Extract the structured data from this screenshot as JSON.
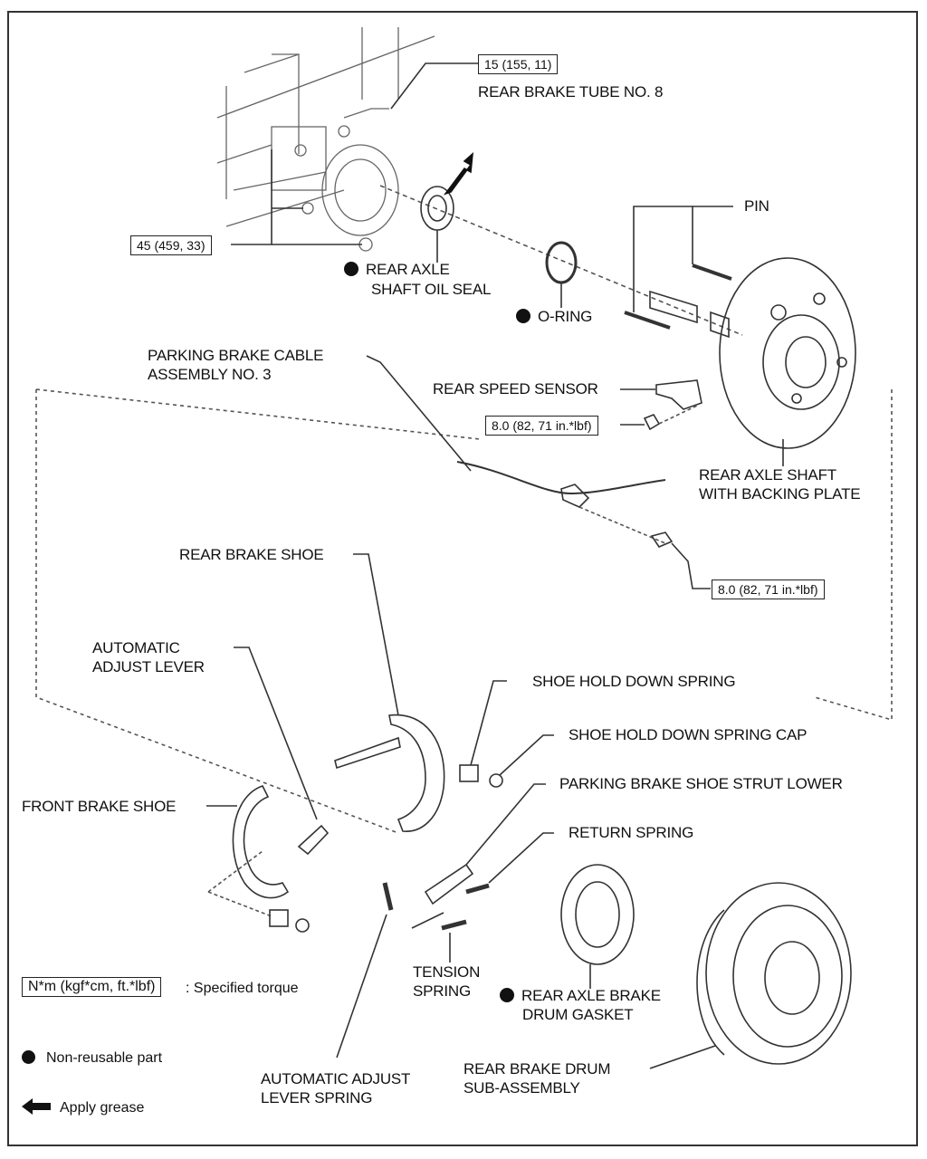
{
  "labels": {
    "rear_brake_tube": "REAR BRAKE TUBE NO. 8",
    "pin": "PIN",
    "oil_seal_1": "REAR AXLE",
    "oil_seal_2": "SHAFT OIL SEAL",
    "o_ring": "O-RING",
    "cable_1": "PARKING BRAKE CABLE",
    "cable_2": "ASSEMBLY NO. 3",
    "speed_sensor": "REAR SPEED SENSOR",
    "axle_shaft_1": "REAR AXLE SHAFT",
    "axle_shaft_2": "WITH BACKING PLATE",
    "rear_brake_shoe": "REAR BRAKE SHOE",
    "auto_adjust_lever_1": "AUTOMATIC",
    "auto_adjust_lever_2": "ADJUST LEVER",
    "hold_down_spring": "SHOE HOLD DOWN SPRING",
    "hold_down_cap": "SHOE HOLD DOWN SPRING CAP",
    "strut_lower": "PARKING BRAKE SHOE STRUT LOWER",
    "front_brake_shoe": "FRONT BRAKE SHOE",
    "return_spring": "RETURN SPRING",
    "tension_spring_1": "TENSION",
    "tension_spring_2": "SPRING",
    "drum_gasket_1": "REAR AXLE BRAKE",
    "drum_gasket_2": "DRUM GASKET",
    "drum_1": "REAR BRAKE DRUM",
    "drum_2": "SUB-ASSEMBLY",
    "lever_spring_1": "AUTOMATIC ADJUST",
    "lever_spring_2": "LEVER SPRING"
  },
  "torques": {
    "brake_tube": "15 (155, 11)",
    "housing_bolts": "45 (459, 33)",
    "speed_sensor": "8.0 (82, 71 in.*lbf)",
    "cable_bolt": "8.0 (82, 71 in.*lbf)"
  },
  "legend": {
    "torque_box": "N*m (kgf*cm, ft.*lbf)",
    "torque_text": ": Specified torque",
    "non_reusable": "Non-reusable part",
    "grease": "Apply grease"
  },
  "colors": {
    "ink": "#111111",
    "line": "#333333",
    "dashed": "#555555"
  }
}
